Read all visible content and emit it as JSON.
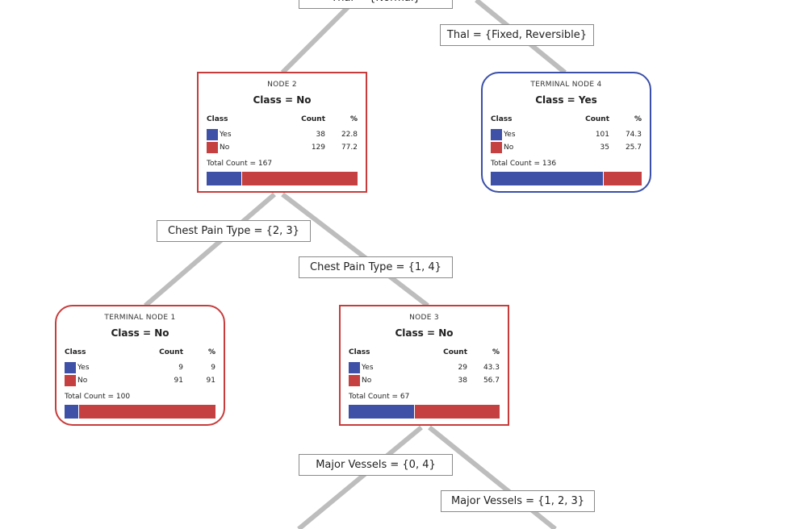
{
  "colors": {
    "yes": "#3f51a6",
    "no": "#c54040",
    "edge": "#bdbdbd"
  },
  "splits": {
    "thal_normal": "Thal = {Normal}",
    "thal_fixed": "Thal = {Fixed, Reversible}",
    "cp_23": "Chest Pain Type = {2, 3}",
    "cp_14": "Chest Pain Type = {1, 4}",
    "mv_04": "Major Vessels = {0, 4}",
    "mv_123": "Major Vessels = {1, 2, 3}"
  },
  "headers": {
    "class": "Class",
    "count": "Count",
    "pct": "%"
  },
  "nodes": {
    "node2": {
      "title": "NODE 2",
      "class": "Class = No",
      "yes_label": "Yes",
      "yes_count": "38",
      "yes_pct": "22.8",
      "no_label": "No",
      "no_count": "129",
      "no_pct": "77.2",
      "total": "Total Count = 167",
      "yes_frac": 0.228
    },
    "term4": {
      "title": "TERMINAL NODE 4",
      "class": "Class = Yes",
      "yes_label": "Yes",
      "yes_count": "101",
      "yes_pct": "74.3",
      "no_label": "No",
      "no_count": "35",
      "no_pct": "25.7",
      "total": "Total Count = 136",
      "yes_frac": 0.743
    },
    "term1": {
      "title": "TERMINAL NODE 1",
      "class": "Class = No",
      "yes_label": "Yes",
      "yes_count": "9",
      "yes_pct": "9",
      "no_label": "No",
      "no_count": "91",
      "no_pct": "91",
      "total": "Total Count = 100",
      "yes_frac": 0.09
    },
    "node3": {
      "title": "NODE 3",
      "class": "Class = No",
      "yes_label": "Yes",
      "yes_count": "29",
      "yes_pct": "43.3",
      "no_label": "No",
      "no_count": "38",
      "no_pct": "56.7",
      "total": "Total Count = 67",
      "yes_frac": 0.433
    }
  }
}
